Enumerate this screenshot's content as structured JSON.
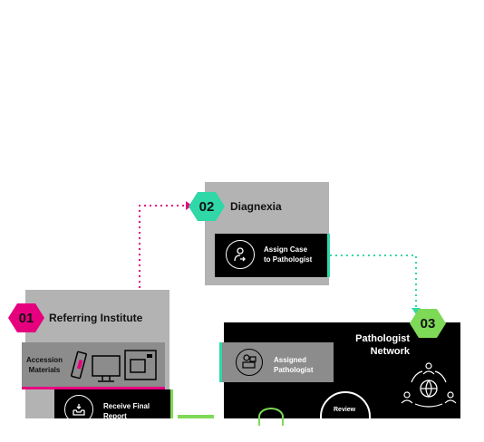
{
  "colors": {
    "magenta": "#e6007e",
    "teal": "#2fd8a6",
    "lime": "#7ed957",
    "panel_gray": "#b3b3b3",
    "dark": "#000000",
    "mid_gray": "#8c8c8c"
  },
  "step01": {
    "number": "01",
    "title": "Referring Institute",
    "box1_label": "Accession\nMaterials",
    "box2_label": "Receive Final\nReport"
  },
  "step02": {
    "number": "02",
    "title": "Diagnexia",
    "box_label": "Assign Case\nto Pathologist"
  },
  "step03": {
    "number": "03",
    "title": "Pathologist\nNetwork",
    "box_label": "Assigned\nPathologist",
    "review_label": "Review"
  }
}
